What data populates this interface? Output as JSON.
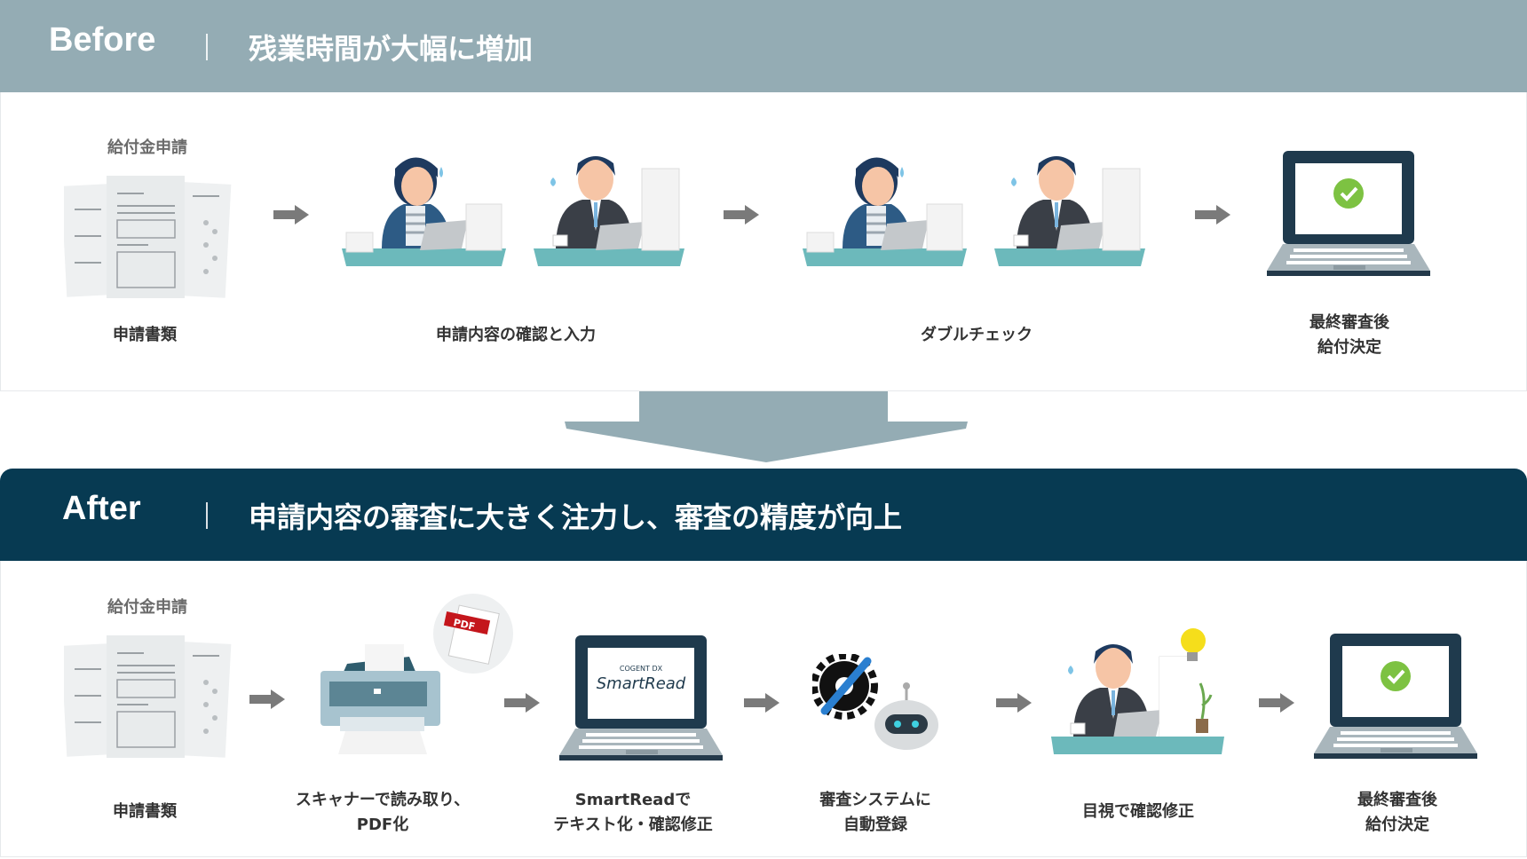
{
  "before": {
    "tag": "Before",
    "title": "残業時間が大幅に増加",
    "docs_caption": "給付金申請",
    "steps": [
      "申請書類",
      "申請内容の確認と入力",
      "ダブルチェック",
      "最終審査後",
      "給付決定"
    ]
  },
  "after": {
    "tag": "After",
    "title": "申請内容の審査に大きく注力し、審査の精度が向上",
    "docs_caption": "給付金申請",
    "pdf_badge": "PDF",
    "smartread_brand": "COGENT DX",
    "smartread_logo": "SmartRead",
    "steps": [
      {
        "l1": "申請書類"
      },
      {
        "l1": "スキャナーで読み取り、",
        "l2": "PDF化"
      },
      {
        "l1": "SmartReadで",
        "l2": "テキスト化・確認修正"
      },
      {
        "l1": "審査システムに",
        "l2": "自動登録"
      },
      {
        "l1": "目視で確認修正"
      },
      {
        "l1": "最終審査後",
        "l2": "給付決定"
      }
    ]
  },
  "colors": {
    "before_header": "#94acb4",
    "after_header": "#073a52",
    "desk": "#6cb9bb",
    "check": "#7dc242",
    "arrow": "#7a7a7a"
  }
}
